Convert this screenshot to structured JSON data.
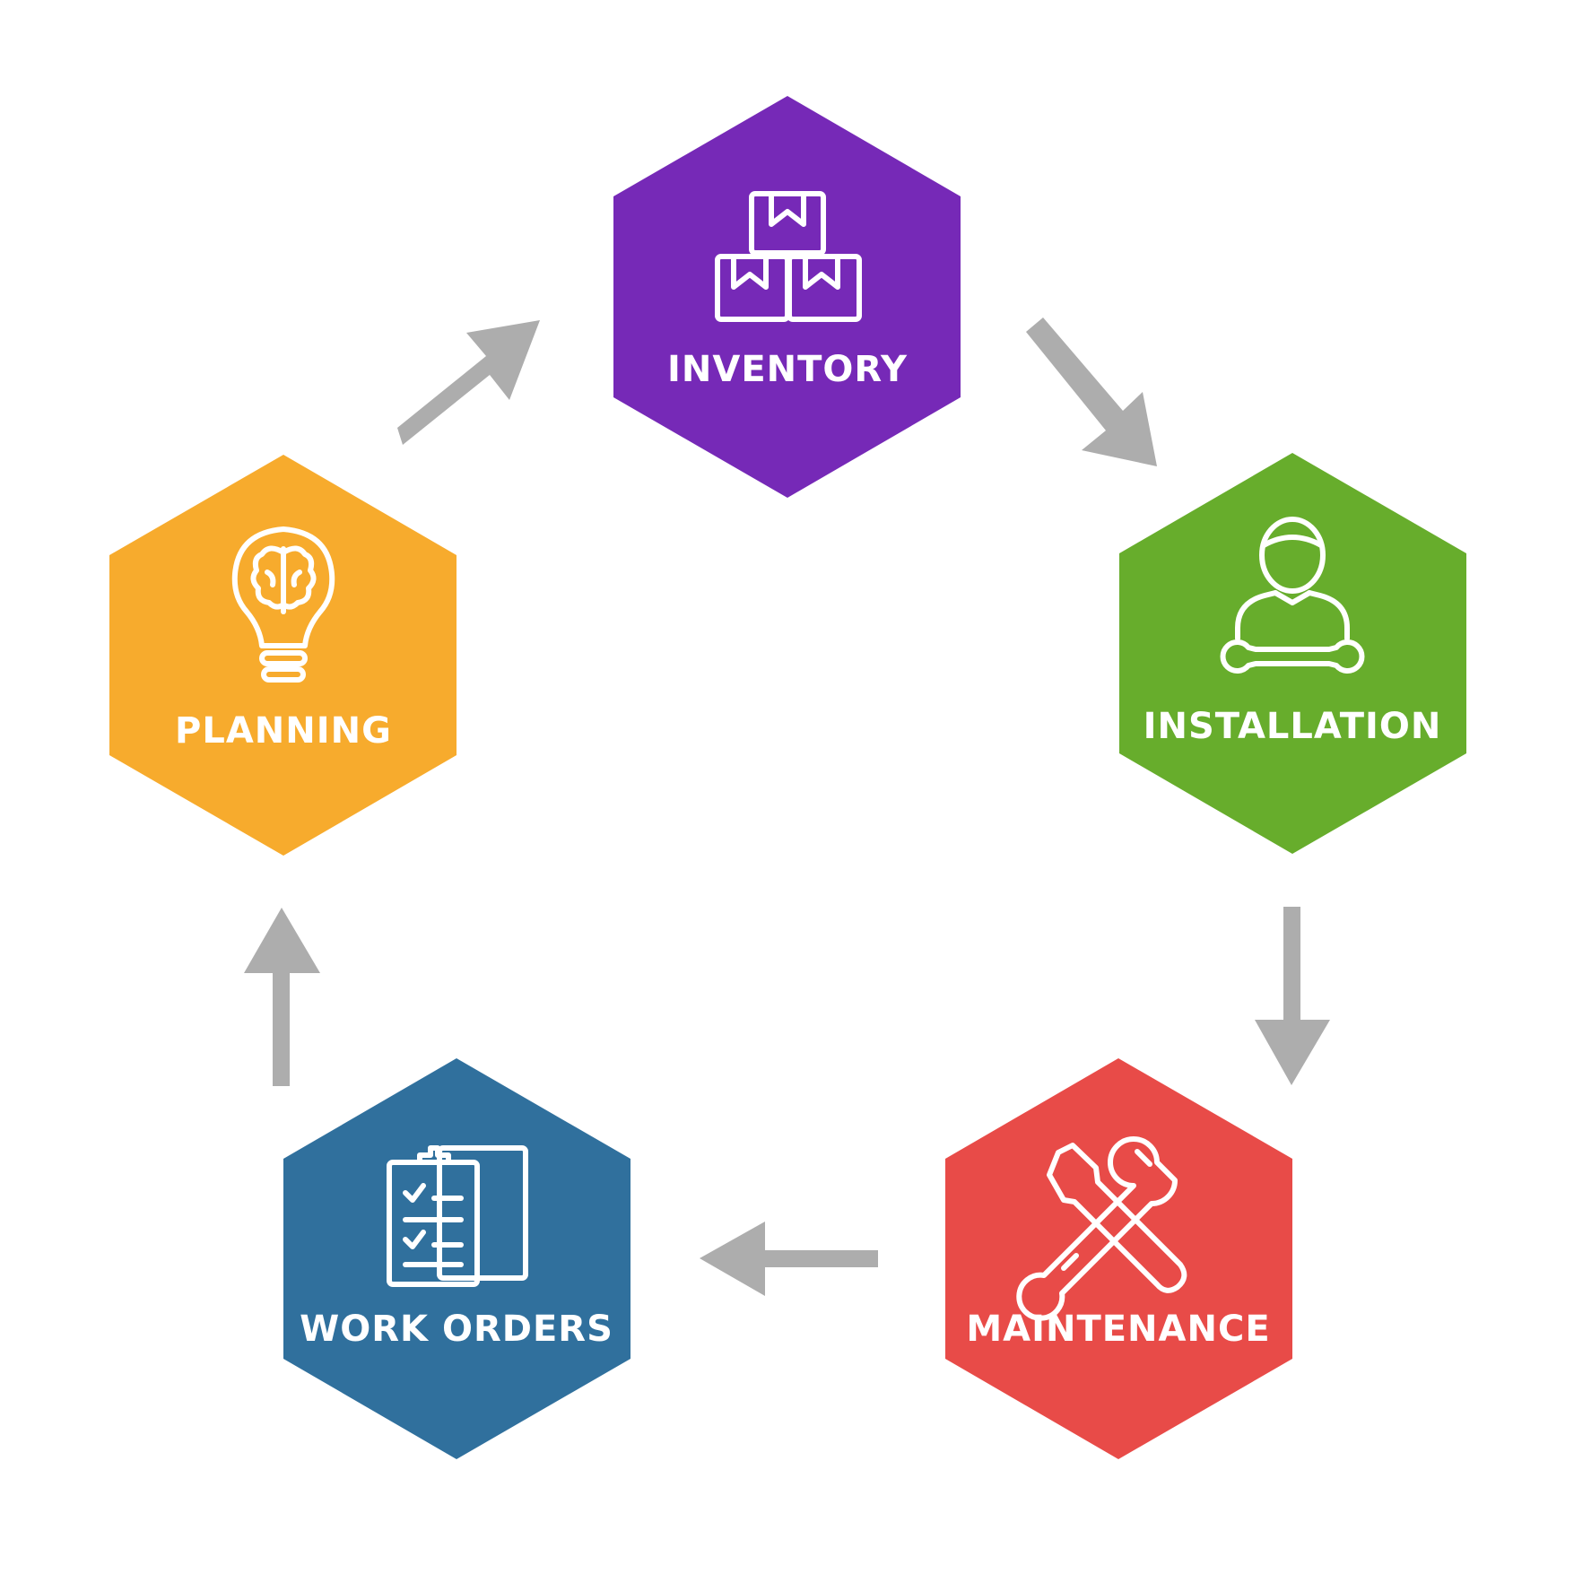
{
  "diagram": {
    "type": "cycle",
    "stages": [
      {
        "id": "inventory",
        "label": "INVENTORY",
        "color": "#7629b7",
        "icon": "boxes-icon"
      },
      {
        "id": "installation",
        "label": "INSTALLATION",
        "color": "#67ad2c",
        "icon": "technician-icon"
      },
      {
        "id": "maintenance",
        "label": "MAINTENANCE",
        "color": "#e84b48",
        "icon": "tools-icon"
      },
      {
        "id": "work-orders",
        "label": "WORK ORDERS",
        "color": "#30709d",
        "icon": "clipboard-icon"
      },
      {
        "id": "planning",
        "label": "PLANNING",
        "color": "#f7ab2d",
        "icon": "lightbulb-brain-icon"
      }
    ],
    "arrow_color": "#adadad",
    "flow": [
      "inventory",
      "installation",
      "maintenance",
      "work-orders",
      "planning",
      "inventory"
    ]
  }
}
